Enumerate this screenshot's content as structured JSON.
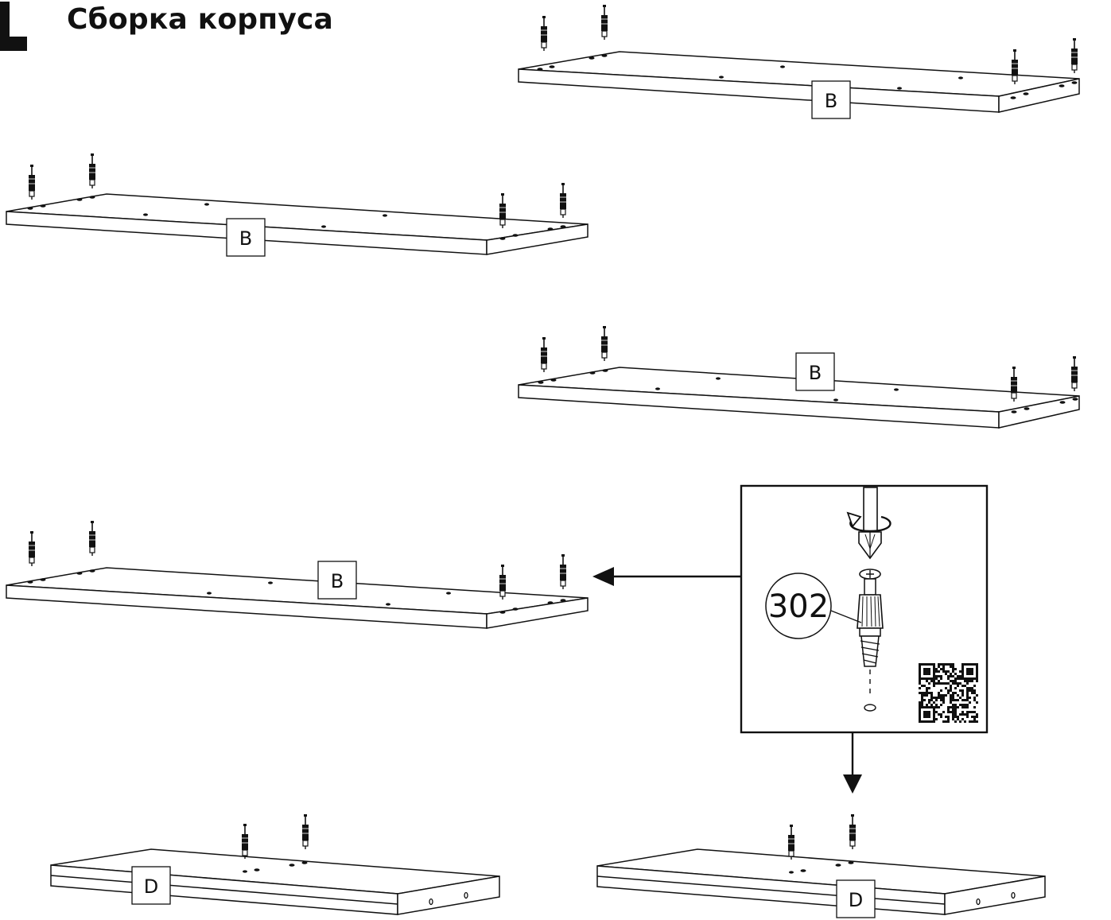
{
  "header": {
    "step_letter": "L",
    "title": "Сборка корпуса"
  },
  "panels": [
    {
      "label": "B"
    },
    {
      "label": "B"
    },
    {
      "label": "B"
    },
    {
      "label": "B"
    },
    {
      "label": "D"
    },
    {
      "label": "D"
    }
  ],
  "detail": {
    "part_number": "302",
    "tool": "phillips-screwdriver-icon",
    "action": "rotate-clockwise-icon",
    "extra": "qr-code-icon"
  },
  "colors": {
    "ink": "#111111",
    "background": "#ffffff"
  }
}
